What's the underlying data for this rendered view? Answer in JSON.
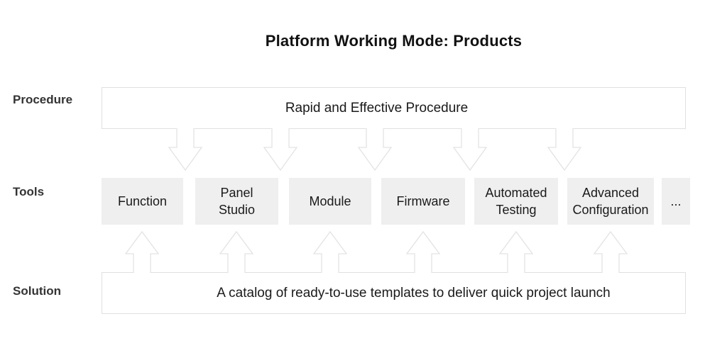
{
  "title": "Platform Working Mode: Products",
  "rows": {
    "procedure": {
      "label": "Procedure",
      "box_text": "Rapid and Effective Procedure"
    },
    "tools": {
      "label": "Tools",
      "items": [
        "Function",
        "Panel\nStudio",
        "Module",
        "Firmware",
        "Automated\nTesting",
        "Advanced\nConfiguration",
        "..."
      ]
    },
    "solution": {
      "label": "Solution",
      "box_text": "A catalog of ready-to-use templates to deliver quick project launch"
    }
  },
  "colors": {
    "background": "#ffffff",
    "title_text": "#111111",
    "label_text": "#333333",
    "box_text": "#1a1a1a",
    "box_border": "#e0e0e0",
    "arrow_stroke": "#e3e3e3",
    "tool_box_fill": "#efefef"
  }
}
